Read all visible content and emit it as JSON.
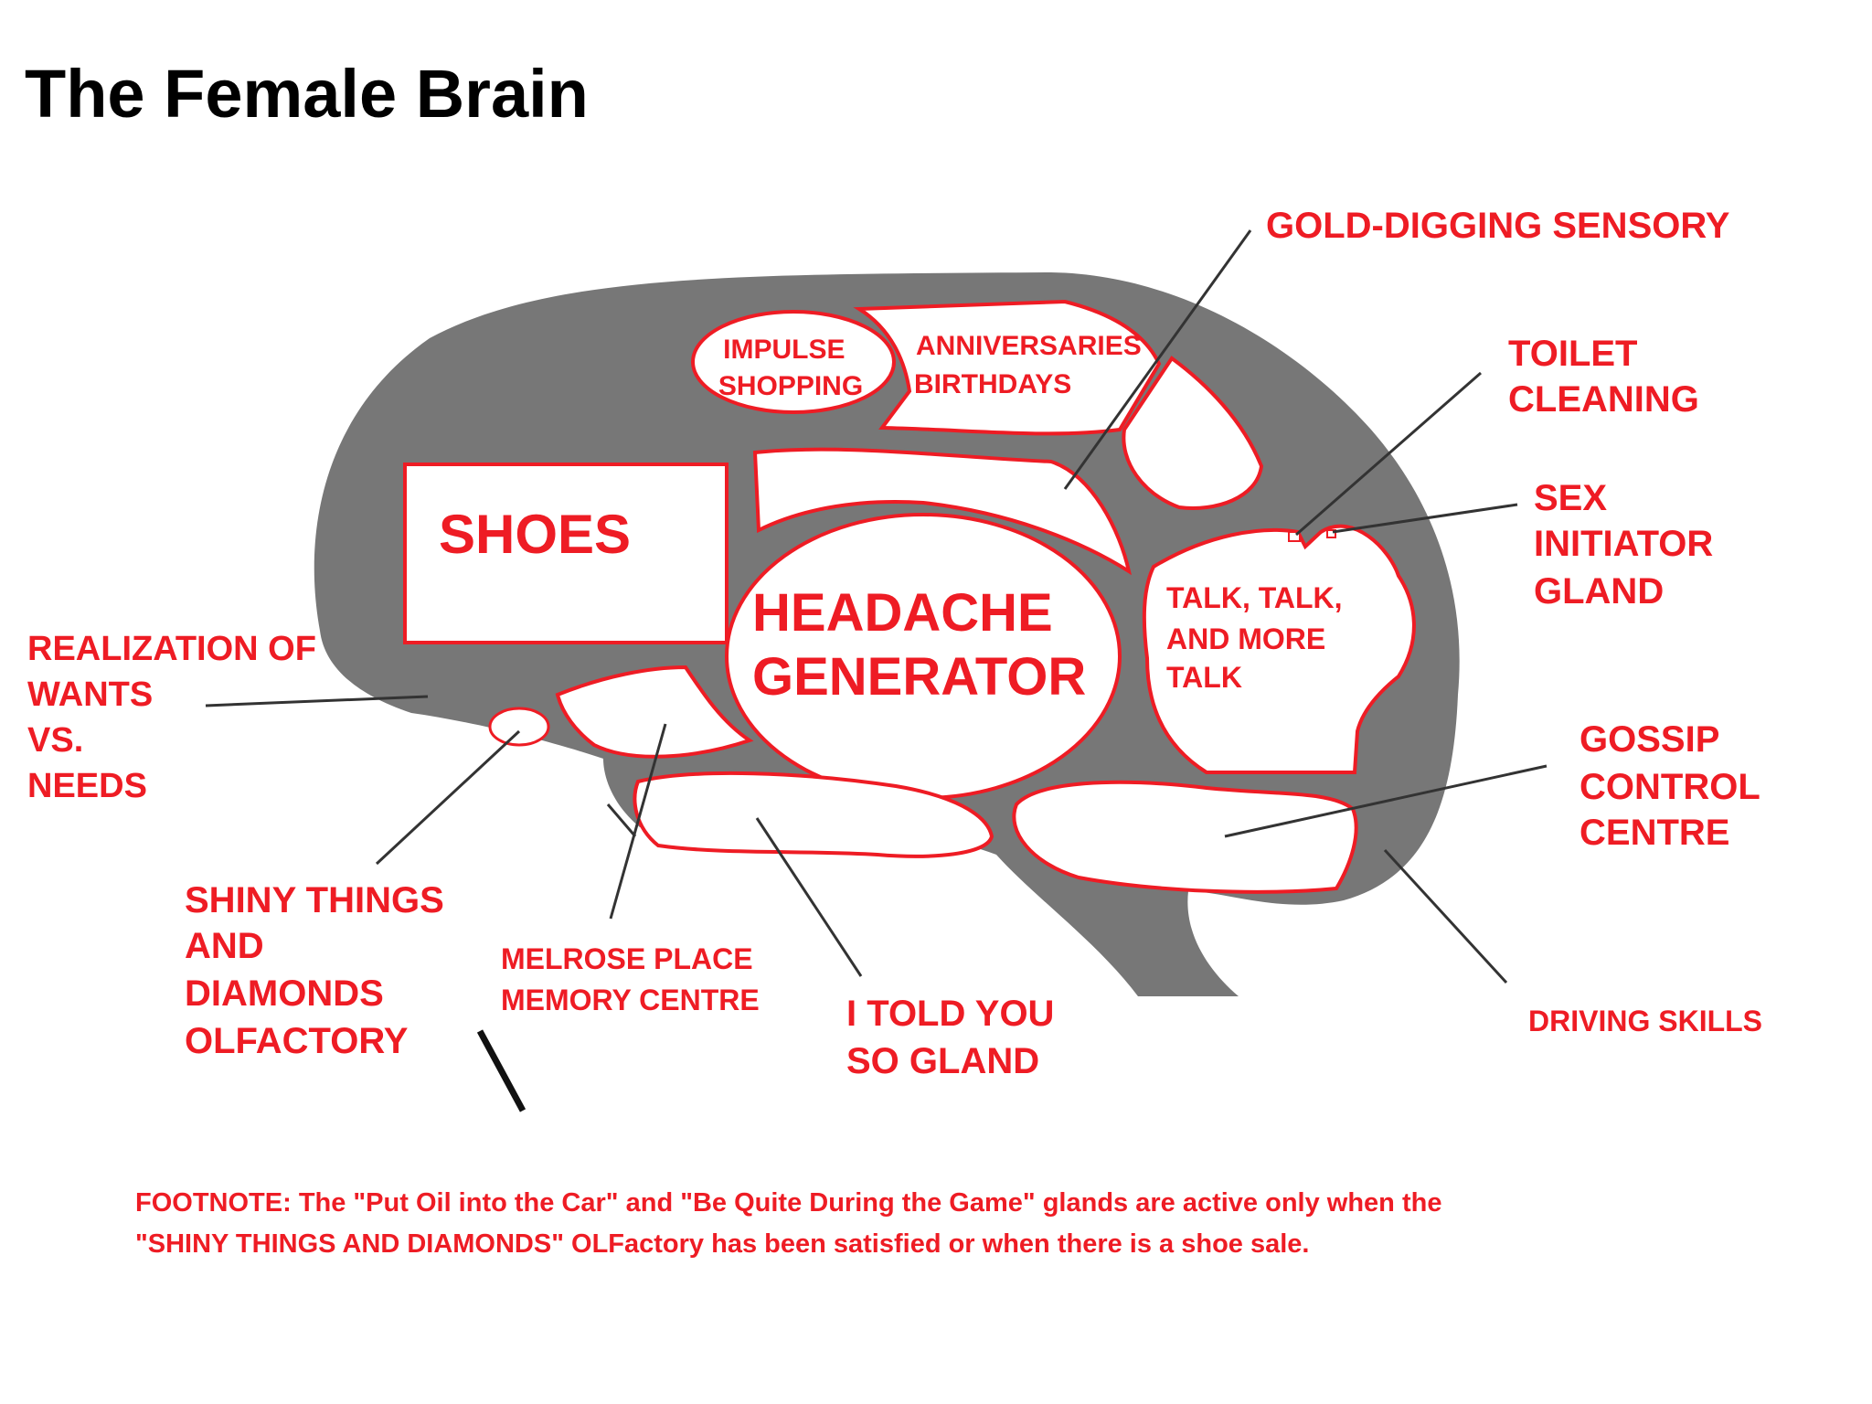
{
  "title": "The Female Brain",
  "colors": {
    "brain_gray": "#777777",
    "label_red": "#ee1c24",
    "leader_line": "#333333",
    "region_fill": "#ffffff",
    "title": "#000000"
  },
  "regions": {
    "impulse_shopping": [
      "IMPULSE",
      "SHOPPING"
    ],
    "anniversaries_birthdays": [
      "ANNIVERSARIES",
      "BIRTHDAYS"
    ],
    "shoes": [
      "SHOES"
    ],
    "headache_generator": [
      "HEADACHE",
      "GENERATOR"
    ],
    "talk": [
      "TALK, TALK,",
      "AND MORE",
      "TALK"
    ]
  },
  "callouts": {
    "gold_digging": [
      "GOLD-DIGGING SENSORY"
    ],
    "toilet_cleaning": [
      "TOILET",
      "CLEANING"
    ],
    "sex_initiator": [
      "SEX",
      "INITIATOR",
      "GLAND"
    ],
    "realization": [
      "REALIZATION OF",
      "WANTS",
      "VS.",
      "NEEDS"
    ],
    "gossip_control": [
      "GOSSIP",
      "CONTROL",
      "CENTRE"
    ],
    "shiny_things": [
      "SHINY THINGS",
      "AND",
      "DIAMONDS",
      "OLFACTORY"
    ],
    "melrose_place": [
      "MELROSE PLACE",
      "MEMORY CENTRE"
    ],
    "told_you_so": [
      "I TOLD YOU",
      "SO GLAND"
    ],
    "driving_skills": [
      "DRIVING SKILLS"
    ]
  },
  "footnote": [
    "FOOTNOTE:  The \"Put Oil into the Car\" and \"Be Quite During the Game\" glands are active only when the",
    "\"SHINY THINGS AND DIAMONDS\" OLFactory has been satisfied or when there is a shoe sale."
  ]
}
